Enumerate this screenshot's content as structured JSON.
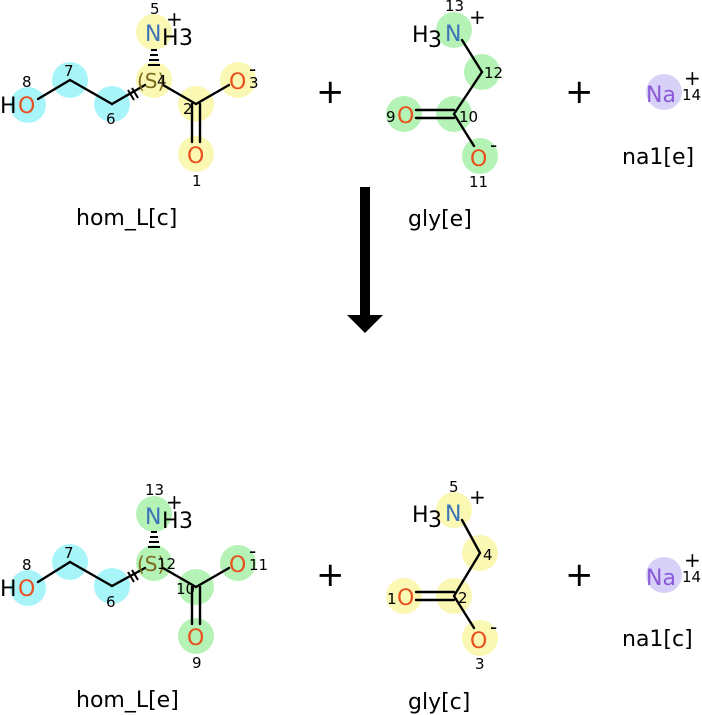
{
  "colors": {
    "cyan": "#a8f5f9",
    "yellow": "#fbf8b3",
    "green": "#b5f2b5",
    "lavender": "#d7d1f7",
    "oxygen": "#e8501e",
    "nitrogen": "#3c74b8",
    "sodium": "#8a5ad8",
    "stereo": "#7a6a1e"
  },
  "reactants": {
    "hom": {
      "caption": "hom_L[c]",
      "o_ho_h": "H",
      "o_ho": "O",
      "n_h3": "H",
      "n_sym": "N",
      "n_sub": "3",
      "n_charge": "+",
      "stereo": "(S)",
      "o_carboxyl": "O",
      "o_carboxyl_charge": "-",
      "o_double": "O",
      "idx": {
        "o1": "1",
        "c2": "2",
        "o3": "3",
        "s4": "4",
        "n5": "5",
        "c6": "6",
        "c7": "7",
        "o8": "8"
      }
    },
    "gly": {
      "caption": "gly[e]",
      "n_h": "H",
      "n_sub": "3",
      "n_sym": "N",
      "n_charge": "+",
      "o_double": "O",
      "o_single": "O",
      "o_single_charge": "-",
      "idx": {
        "o9": "9",
        "c10": "10",
        "o11": "11",
        "c12": "12",
        "n13": "13"
      }
    },
    "na": {
      "caption": "na1[e]",
      "sym": "Na",
      "idx": "14",
      "charge": "+"
    }
  },
  "products": {
    "hom": {
      "caption": "hom_L[e]",
      "o_ho_h": "H",
      "o_ho": "O",
      "n_sym": "N",
      "n_h3": "H",
      "n_sub": "3",
      "n_charge": "+",
      "stereo": "(S)",
      "o_carboxyl": "O",
      "o_carboxyl_charge": "-",
      "o_double": "O",
      "idx": {
        "c6": "6",
        "c7": "7",
        "o8": "8",
        "o9": "9",
        "c10": "10",
        "o11": "11",
        "s12": "12",
        "n13": "13"
      }
    },
    "gly": {
      "caption": "gly[c]",
      "n_h": "H",
      "n_sub": "3",
      "n_sym": "N",
      "n_charge": "+",
      "o_double": "O",
      "o_single": "O",
      "o_single_charge": "-",
      "idx": {
        "o1": "1",
        "c2": "2",
        "o3": "3",
        "c4": "4",
        "n5": "5"
      }
    },
    "na": {
      "caption": "na1[c]",
      "sym": "Na",
      "idx": "14",
      "charge": "+"
    }
  },
  "plus_sign": "+"
}
